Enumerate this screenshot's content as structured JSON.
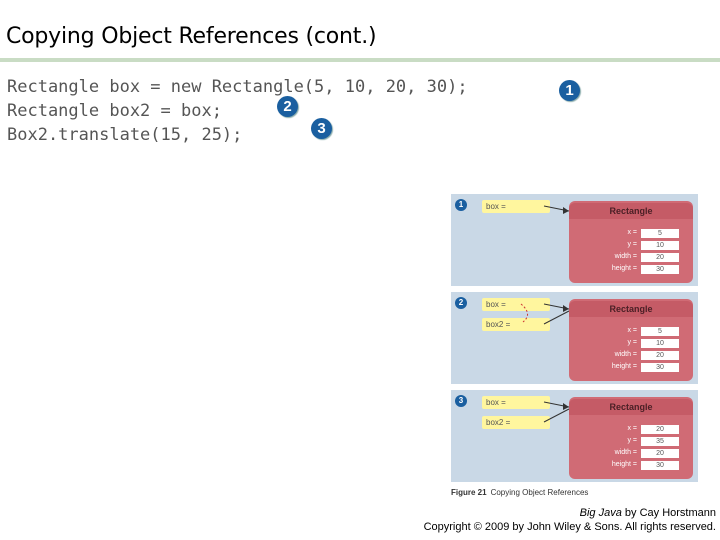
{
  "slide": {
    "title": "Copying Object References (cont.)",
    "code_lines": [
      "Rectangle box = new Rectangle(5, 10, 20, 30);",
      "Rectangle box2 = box;",
      "Box2.translate(15, 25);"
    ],
    "step_badges": [
      "1",
      "2",
      "3"
    ]
  },
  "figure": {
    "panels": [
      {
        "number": "1",
        "variables": [
          "box ="
        ],
        "object": {
          "class": "Rectangle",
          "fields": [
            {
              "name": "x =",
              "value": "5"
            },
            {
              "name": "y =",
              "value": "10"
            },
            {
              "name": "width =",
              "value": "20"
            },
            {
              "name": "height =",
              "value": "30"
            }
          ]
        }
      },
      {
        "number": "2",
        "variables": [
          "box =",
          "box2 ="
        ],
        "object": {
          "class": "Rectangle",
          "fields": [
            {
              "name": "x =",
              "value": "5"
            },
            {
              "name": "y =",
              "value": "10"
            },
            {
              "name": "width =",
              "value": "20"
            },
            {
              "name": "height =",
              "value": "30"
            }
          ]
        }
      },
      {
        "number": "3",
        "variables": [
          "box =",
          "box2 ="
        ],
        "object": {
          "class": "Rectangle",
          "fields": [
            {
              "name": "x =",
              "value": "20"
            },
            {
              "name": "y =",
              "value": "35"
            },
            {
              "name": "width =",
              "value": "20"
            },
            {
              "name": "height =",
              "value": "30"
            }
          ]
        }
      }
    ],
    "caption_label": "Figure 21",
    "caption_text": "Copying Object References"
  },
  "credit": {
    "book_title": "Big Java",
    "book_author": "by Cay Horstmann",
    "copyright": "Copyright © 2009 by John Wiley & Sons.  All rights reserved."
  },
  "colors": {
    "badge": "#1a5fa0",
    "panel": "#c9d8e6",
    "object": "#d06b75",
    "variable": "#fff69e",
    "rule": "#c9dcc4"
  }
}
